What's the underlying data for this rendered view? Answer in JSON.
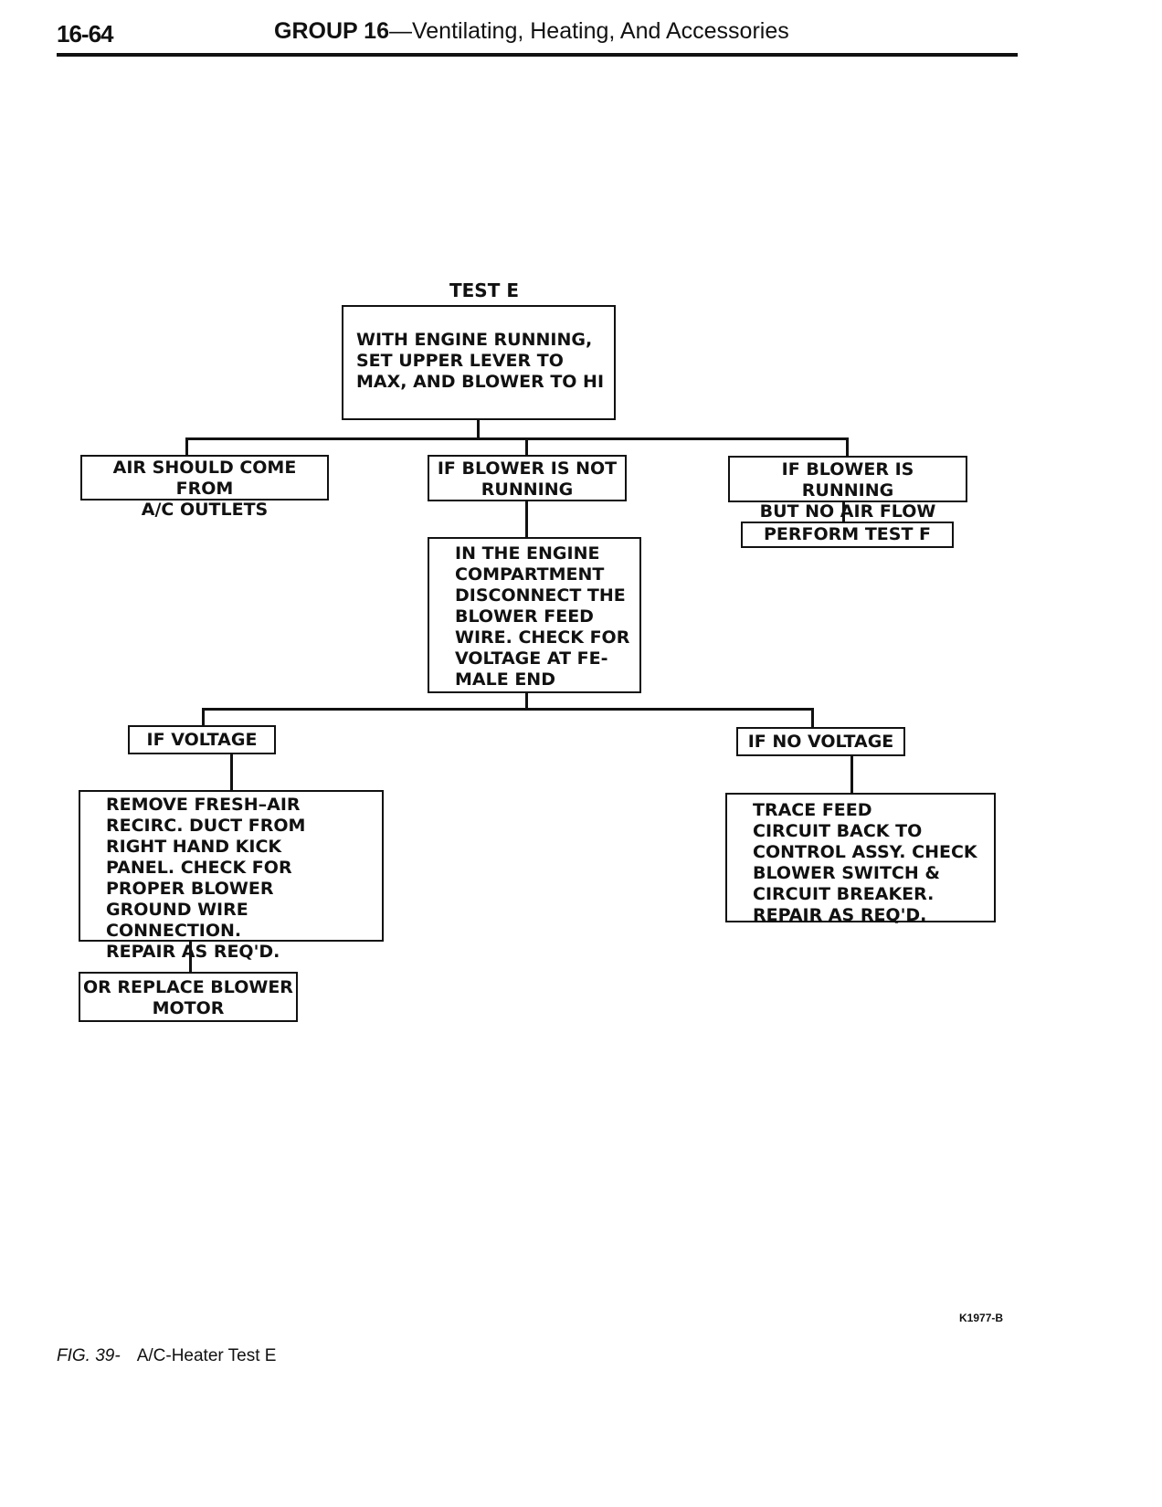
{
  "header": {
    "page_number": "16-64",
    "group_label": "GROUP 16",
    "group_title": "—Ventilating, Heating, And Accessories"
  },
  "diagram": {
    "test_title": "TEST E",
    "start_box": "WITH ENGINE RUNNING,\nSET UPPER LEVER TO\nMAX, AND BLOWER TO HI",
    "branch_air": "AIR SHOULD COME FROM\nA/C OUTLETS",
    "branch_not_running": "IF BLOWER IS NOT\nRUNNING",
    "branch_running_no_air": "IF BLOWER IS RUNNING\nBUT NO AIR FLOW",
    "perform_test_f": "PERFORM TEST F",
    "engine_compartment": "IN THE ENGINE\nCOMPARTMENT\nDISCONNECT THE\nBLOWER FEED\nWIRE. CHECK FOR\nVOLTAGE AT FE-\nMALE END",
    "if_voltage": "IF VOLTAGE",
    "if_no_voltage": "IF NO VOLTAGE",
    "remove_duct": "REMOVE FRESH–AIR\nRECIRC. DUCT FROM\nRIGHT HAND KICK\nPANEL. CHECK FOR\nPROPER BLOWER\nGROUND WIRE CONNECTION.\nREPAIR AS REQ'D.",
    "trace_feed": "TRACE FEED\nCIRCUIT BACK TO\nCONTROL ASSY. CHECK\nBLOWER SWITCH &\nCIRCUIT BREAKER.\nREPAIR AS REQ'D.",
    "replace_motor": "OR REPLACE BLOWER\nMOTOR"
  },
  "figure": {
    "code": "K1977-B",
    "number": "FIG. 39-",
    "caption": "A/C-Heater Test E"
  }
}
